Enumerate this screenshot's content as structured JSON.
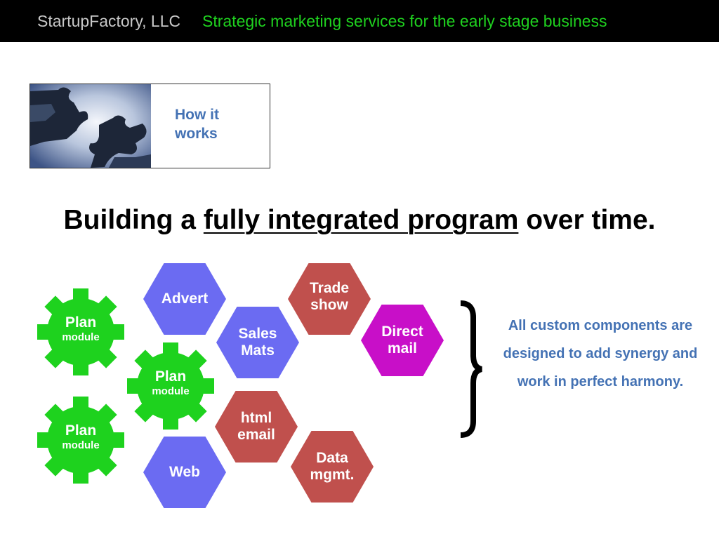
{
  "header": {
    "company": "StartupFactory, LLC",
    "tagline": "Strategic marketing services for the early stage business"
  },
  "intro_box": {
    "image_icon": "puzzle-pieces-image",
    "title": "How it works"
  },
  "headline": {
    "before": "Building a",
    "underlined": "fully integrated program",
    "after": "over time."
  },
  "gears": [
    {
      "title": "Plan",
      "subtitle": "module"
    },
    {
      "title": "Plan",
      "subtitle": "module"
    },
    {
      "title": "Plan",
      "subtitle": "module"
    }
  ],
  "hexagons": {
    "advert": "Advert",
    "sales_mats": "Sales Mats",
    "web": "Web",
    "trade_show": "Trade show",
    "direct_mail": "Direct mail",
    "html_email": "html email",
    "data_mgmt": "Data mgmt."
  },
  "side_note": "All custom components are designed to add synergy and work in perfect harmony.",
  "colors": {
    "header_bg": "#000000",
    "tagline": "#1fd21f",
    "gear": "#1ed21e",
    "blue_hex": "#6b6bf2",
    "red_hex": "#c0504d",
    "magenta_hex": "#c80fc8",
    "accent_text": "#4472b4"
  }
}
